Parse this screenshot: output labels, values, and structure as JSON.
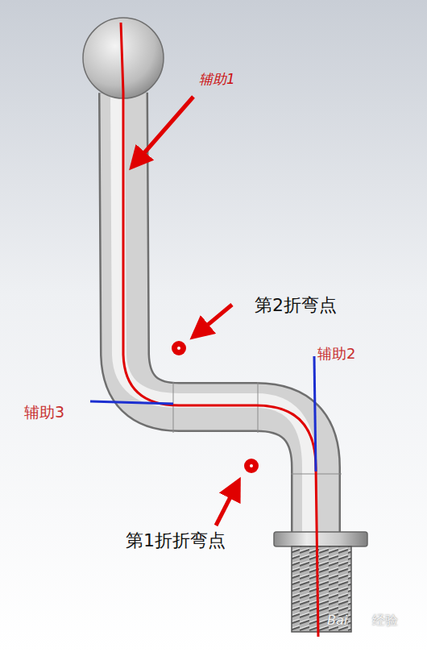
{
  "diagram": {
    "labels": [
      "辅助1",
      "第2折弯点",
      "辅助2",
      "辅助3",
      "第1折折弯点",
      "Bai",
      "经验"
    ]
  }
}
